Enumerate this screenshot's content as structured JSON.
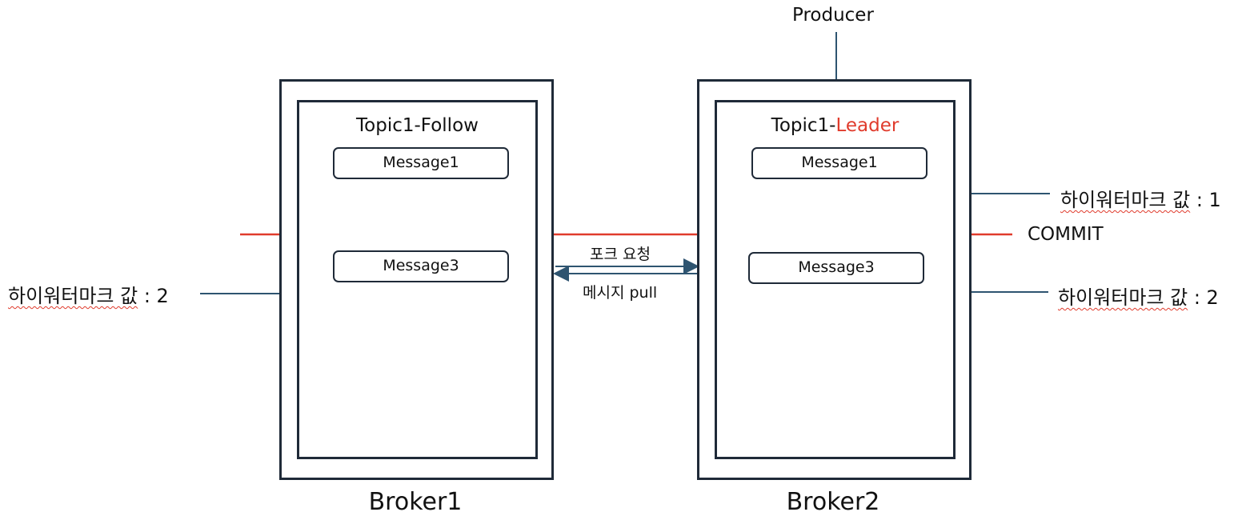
{
  "producer_label": "Producer",
  "brokers": [
    {
      "label": "Broker1",
      "topic_prefix": "Topic1-Follow",
      "topic_role": "",
      "messages": [
        "Message1",
        "Message3"
      ]
    },
    {
      "label": "Broker2",
      "topic_prefix": "Topic1-",
      "topic_role": "Leader",
      "messages": [
        "Message1",
        "Message3"
      ]
    }
  ],
  "commit_label": "COMMIT",
  "fetch_request_label": "포크 요청",
  "message_pull_label": "메시지 pull",
  "high_watermarks": {
    "follower": {
      "text": "하이워터마크 값",
      "value": ": 2"
    },
    "leader_1": {
      "text": "하이워터마크 값",
      "value": ": 1"
    },
    "leader_2": {
      "text": "하이워터마크 값",
      "value": ": 2"
    }
  },
  "colors": {
    "frame": "#1f2a38",
    "connector": "#2e5470",
    "commit_line": "#e03b2c",
    "leader_text": "#e03b2c"
  }
}
